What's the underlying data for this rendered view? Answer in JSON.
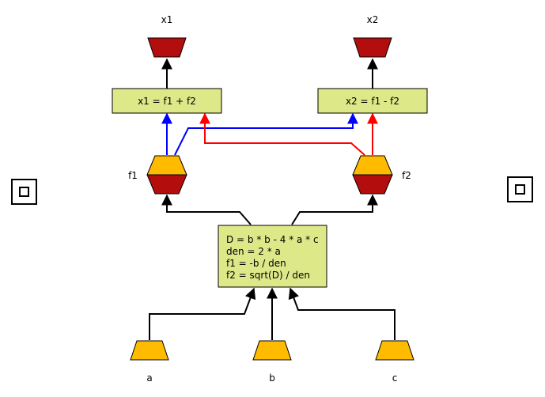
{
  "outputs": {
    "x1": {
      "label": "x1"
    },
    "x2": {
      "label": "x2"
    }
  },
  "boxes": {
    "x1_calc": {
      "text": "x1 = f1 + f2"
    },
    "x2_calc": {
      "text": "x2 = f1 - f2"
    },
    "main_calc": {
      "lines": [
        "D = b * b - 4 * a * c",
        "den = 2 * a",
        "f1 = -b / den",
        "f2 = sqrt(D) / den"
      ]
    }
  },
  "nodes": {
    "f1": {
      "label": "f1"
    },
    "f2": {
      "label": "f2"
    }
  },
  "inputs": {
    "a": {
      "label": "a"
    },
    "b": {
      "label": "b"
    },
    "c": {
      "label": "c"
    }
  },
  "colors": {
    "output_fill": "#b30d0d",
    "input_fill": "#ffbb00",
    "box_fill": "#dde888",
    "blue_wire": "#0000ff",
    "red_wire": "#ff0000",
    "black_wire": "#000000"
  }
}
